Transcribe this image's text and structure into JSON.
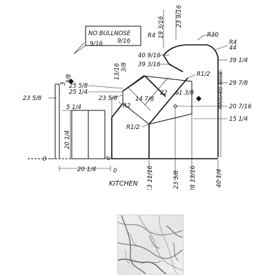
{
  "diagram": {
    "note_box": {
      "line1": "NO BULLNOSE",
      "line2": "9/16"
    },
    "dims": {
      "nb_9_16_left": "9/16",
      "r4_top": "R4",
      "d19_3_16": "19 3/16",
      "d23_9_16": "23 9/16",
      "r30": "R30",
      "r4_right": "R4",
      "d44": "44",
      "d40_9_16": "40 9/16",
      "d39_3_16": "39 3/16",
      "d39_1_4": "39 1/4",
      "d13_16_a": "13/16",
      "d13_16_b": "3/8",
      "r1_2_top": "R1/2",
      "finished_edge": "FINISHED EDGE",
      "d29_7_8": "29 7/8",
      "d25_5_8": "25 5/8",
      "d25_1_4": "25 1/4",
      "d23_5_8_mid": "23 5/8",
      "d23_5_8_left": "23 5/8",
      "d3_3_8": "3",
      "d3_3_8b": "3/8",
      "d22": "22",
      "phi1_3_8": "⌀1 3/8",
      "d14_7_8": "14 7/8",
      "r2": "R2",
      "d5_1_4": "5 1/4",
      "d20_7_16": "20 7/16",
      "d15_1_4": "15 1/4",
      "r1_2_bottom": "R1/2",
      "d20_1_4_v": "20 1/4",
      "zero_left": "0",
      "zero_mid": "0",
      "d20_1_4_h": "20 1/4",
      "zero_bottom": "0",
      "d13_11_16": "13 11/16",
      "d23_3_8": "23 3/8",
      "d28_13_16": "28 13/16",
      "d40_1_4": "40 1/4",
      "kitchen": "KITCHEN"
    }
  },
  "swatch": {
    "name": "marble-swatch"
  }
}
